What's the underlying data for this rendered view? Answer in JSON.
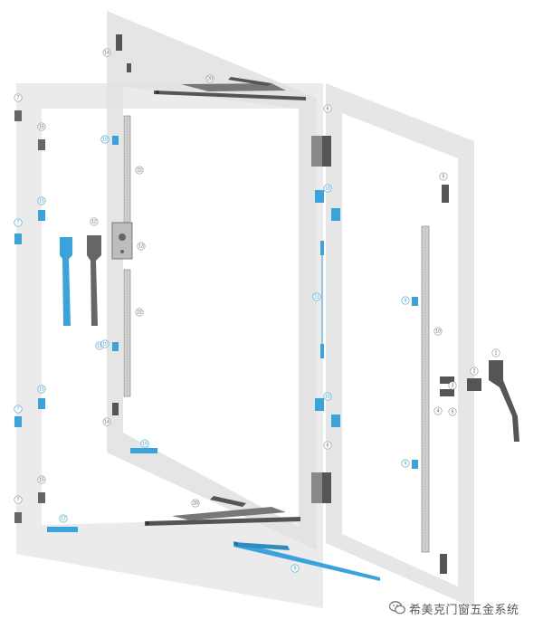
{
  "watermark": {
    "text": "希美克门窗五金系统",
    "icon": "wechat-icon"
  },
  "colors": {
    "frame": "#e9e9e9",
    "hardware": "#4a4a4a",
    "accent": "#2f9bd6"
  },
  "callouts": [
    {
      "id": "c1",
      "label": "1",
      "color": "gray"
    },
    {
      "id": "c2",
      "label": "2",
      "color": "gray"
    },
    {
      "id": "c3",
      "label": "3",
      "color": "gray"
    },
    {
      "id": "c4",
      "label": "4",
      "color": "gray"
    },
    {
      "id": "c5a",
      "label": "5",
      "color": "gray"
    },
    {
      "id": "c5b",
      "label": "5",
      "color": "gray"
    },
    {
      "id": "c6a",
      "label": "6",
      "color": "gray"
    },
    {
      "id": "c6b",
      "label": "6",
      "color": "gray"
    },
    {
      "id": "c7a",
      "label": "7",
      "color": "gray"
    },
    {
      "id": "c7b",
      "label": "7",
      "color": "blue"
    },
    {
      "id": "c7c",
      "label": "7",
      "color": "blue"
    },
    {
      "id": "c7d",
      "label": "7",
      "color": "gray"
    },
    {
      "id": "c8",
      "label": "8",
      "color": "blue"
    },
    {
      "id": "c9a",
      "label": "9",
      "color": "blue"
    },
    {
      "id": "c9b",
      "label": "9",
      "color": "blue"
    },
    {
      "id": "c10",
      "label": "10",
      "color": "gray"
    },
    {
      "id": "c11",
      "label": "11",
      "color": "blue"
    },
    {
      "id": "c12",
      "label": "12",
      "color": "gray"
    },
    {
      "id": "c13",
      "label": "13",
      "color": "gray"
    },
    {
      "id": "c14a",
      "label": "14",
      "color": "gray"
    },
    {
      "id": "c14b",
      "label": "14",
      "color": "gray"
    },
    {
      "id": "c15a",
      "label": "15",
      "color": "gray"
    },
    {
      "id": "c15b",
      "label": "15",
      "color": "blue"
    },
    {
      "id": "c15c",
      "label": "15",
      "color": "blue"
    },
    {
      "id": "c15d",
      "label": "15",
      "color": "gray"
    },
    {
      "id": "c16",
      "label": "16",
      "color": "blue"
    },
    {
      "id": "c17",
      "label": "17",
      "color": "blue"
    },
    {
      "id": "c18a",
      "label": "18",
      "color": "blue"
    },
    {
      "id": "c18b",
      "label": "18",
      "color": "blue"
    },
    {
      "id": "c19a",
      "label": "19",
      "color": "blue"
    },
    {
      "id": "c19b",
      "label": "19",
      "color": "blue"
    },
    {
      "id": "c20a",
      "label": "20",
      "color": "gray"
    },
    {
      "id": "c20b",
      "label": "20",
      "color": "gray"
    },
    {
      "id": "c21",
      "label": "21",
      "color": "blue"
    },
    {
      "id": "c22a",
      "label": "22",
      "color": "gray"
    },
    {
      "id": "c22b",
      "label": "22",
      "color": "gray"
    }
  ]
}
